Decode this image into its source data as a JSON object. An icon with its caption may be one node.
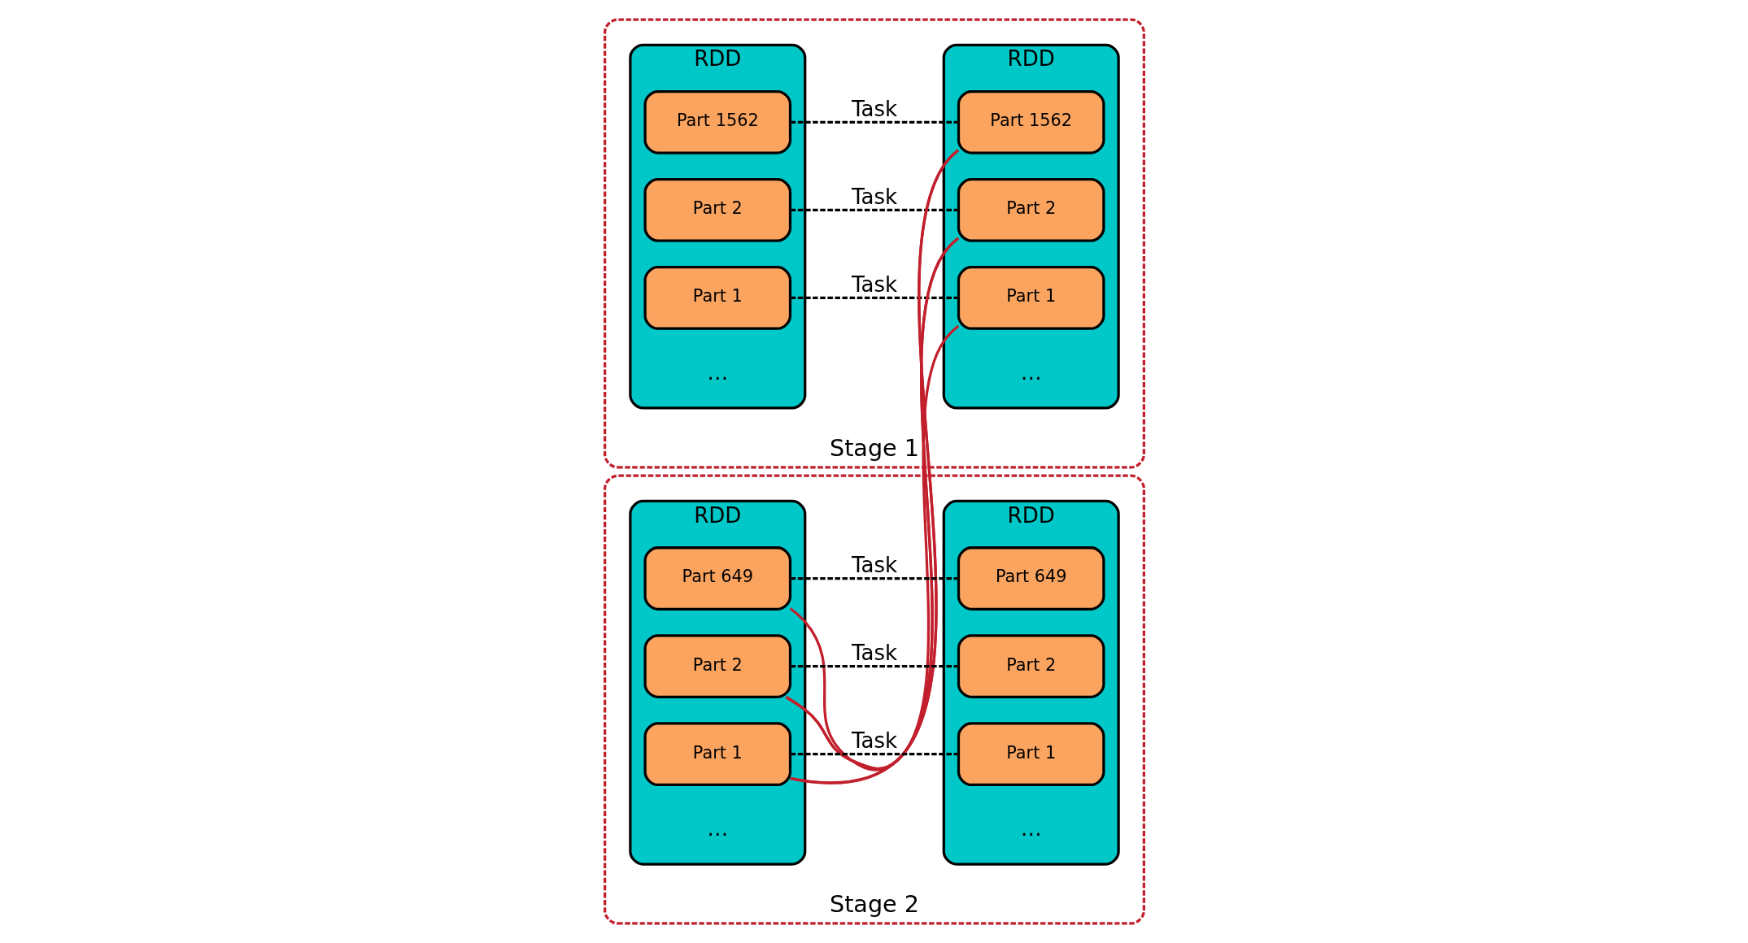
{
  "diagram": {
    "nodes": [
      {
        "text": [
          "Stage 1"
        ]
      },
      {
        "text": [
          "RDD",
          "…"
        ],
        "in": 0
      },
      {
        "text": [
          "Part 1"
        ],
        "in": 1
      },
      {
        "text": [
          "Part 2"
        ],
        "in": 1
      },
      {
        "text": [
          "Part 1562"
        ],
        "in": 1
      },
      {
        "text": [
          "RDD",
          "…"
        ],
        "in": 0
      },
      {
        "text": [
          "Part 1"
        ],
        "in": 5
      },
      {
        "text": [
          "Part 2"
        ],
        "in": 5
      },
      {
        "text": [
          "Part 1562"
        ],
        "in": 5
      },
      {
        "text": [
          "Stage 2"
        ]
      },
      {
        "text": [
          "RDD",
          "…"
        ],
        "in": 9
      },
      {
        "text": [
          "Part 1"
        ],
        "in": 10
      },
      {
        "text": [
          "Part 2"
        ],
        "in": 10
      },
      {
        "text": [
          "Part 649"
        ],
        "in": 10
      },
      {
        "text": [
          "RDD",
          "…"
        ],
        "in": 9
      },
      {
        "text": [
          "Part 1"
        ],
        "in": 14
      },
      {
        "text": [
          "Part 2"
        ],
        "in": 14
      },
      {
        "text": [
          "Part 649"
        ],
        "in": 14
      }
    ],
    "edges": [
      {
        "from": 2,
        "to": 6,
        "arrow": "none",
        "label": "Task",
        "style": "dashed"
      },
      {
        "from": 3,
        "to": 7,
        "arrow": "none",
        "label": "Task",
        "style": "dashed"
      },
      {
        "from": 4,
        "to": 8,
        "arrow": "none",
        "label": "Task",
        "style": "dashed"
      },
      {
        "from": 6,
        "to": 12,
        "arrow": "none",
        "color": "#c21f2c"
      },
      {
        "from": 7,
        "to": 11,
        "arrow": "none",
        "color": "#c21f2c"
      },
      {
        "from": 7,
        "to": 13,
        "arrow": "none",
        "color": "#c21f2c"
      },
      {
        "from": 8,
        "to": 11,
        "arrow": "none",
        "color": "#c21f2c"
      },
      {
        "from": 8,
        "to": 12,
        "arrow": "none",
        "color": "#c21f2c"
      },
      {
        "from": 11,
        "to": 15,
        "arrow": "none",
        "label": "Task",
        "style": "dashed"
      },
      {
        "from": 12,
        "to": 16,
        "arrow": "none",
        "label": "Task",
        "style": "dashed"
      },
      {
        "from": 13,
        "to": 17,
        "arrow": "none",
        "label": "Task",
        "style": "dashed"
      }
    ]
  }
}
